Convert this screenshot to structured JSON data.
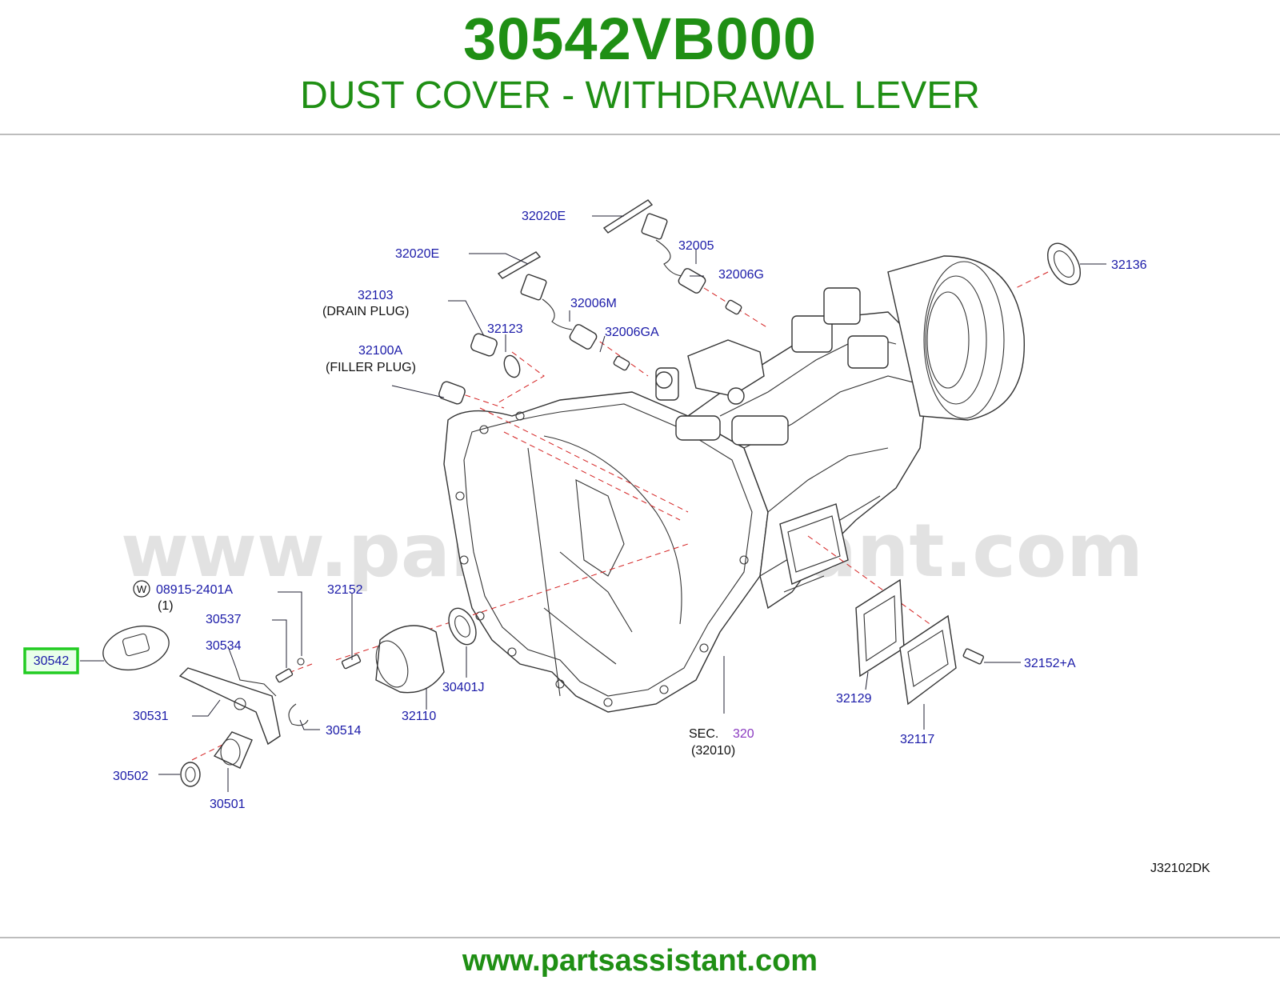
{
  "header": {
    "part_number": "30542VB000",
    "description": "DUST COVER - WITHDRAWAL LEVER"
  },
  "watermark": "www.partsassistant.com",
  "footer": {
    "url": "www.partsassistant.com"
  },
  "diagram": {
    "code": "J32102DK",
    "section_prefix": "SEC.",
    "section_number": "320",
    "section_ref": "(32010)",
    "highlight_color": "#22cc22",
    "labels": {
      "p32020E_top": "32020E",
      "p32020E_mid": "32020E",
      "p32005": "32005",
      "p32006G": "32006G",
      "p32136": "32136",
      "p32103": "32103",
      "drain_plug": "(DRAIN   PLUG)",
      "p32123": "32123",
      "p32006M": "32006M",
      "p32006GA": "32006GA",
      "p32100A": "32100A",
      "filler_plug": "(FILLER   PLUG)",
      "w_symbol": "W",
      "p08915": "08915-2401A",
      "qty_1": "(1)",
      "p32152": "32152",
      "p30537": "30537",
      "p30534": "30534",
      "p30542": "30542",
      "p30531": "30531",
      "p30514": "30514",
      "p32110": "32110",
      "p30401J": "30401J",
      "p30502": "30502",
      "p30501": "30501",
      "p32129": "32129",
      "p32117": "32117",
      "p32152A": "32152+A"
    }
  }
}
